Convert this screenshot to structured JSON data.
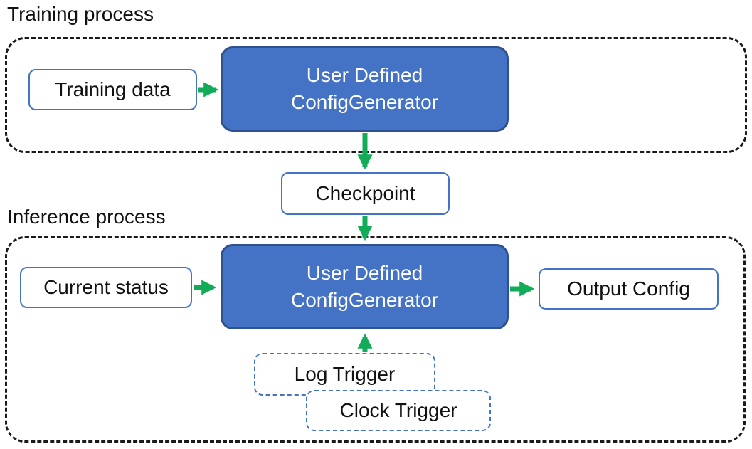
{
  "training": {
    "label": "Training process",
    "input_box": "Training data",
    "generator_line1": "User Defined",
    "generator_line2": "ConfigGenerator"
  },
  "checkpoint": {
    "label": "Checkpoint"
  },
  "inference": {
    "label": "Inference process",
    "input_box": "Current status",
    "generator_line1": "User Defined",
    "generator_line2": "ConfigGenerator",
    "output_box": "Output Config",
    "log_trigger": "Log Trigger",
    "clock_trigger": "Clock Trigger"
  },
  "colors": {
    "generator_fill": "#4472C4",
    "generator_border": "#2F528F",
    "box_border": "#4472C4",
    "arrow_green": "#12AC58",
    "container_border": "#1a1a1a"
  }
}
